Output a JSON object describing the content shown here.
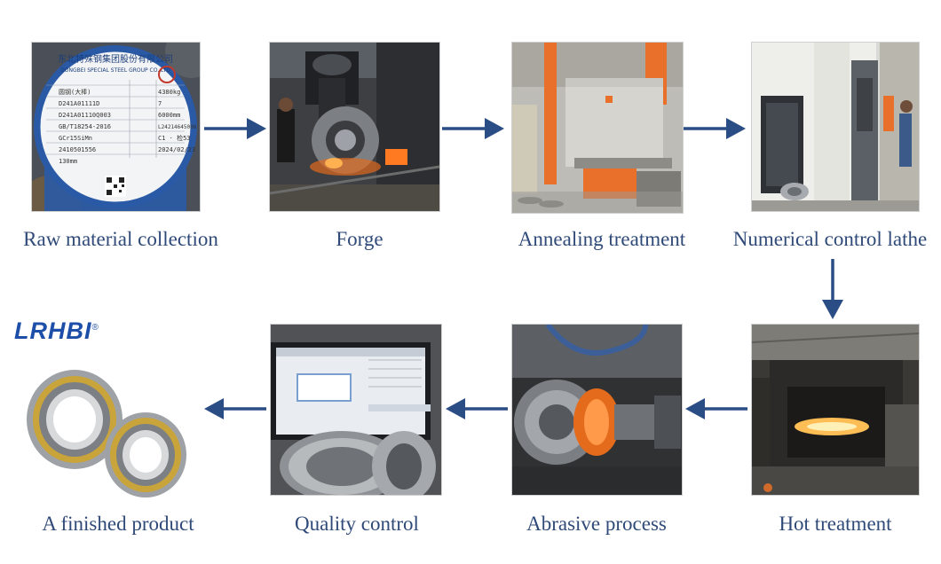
{
  "title": "",
  "steps": [
    {
      "label": "Raw material collection"
    },
    {
      "label": "Forge"
    },
    {
      "label": "Annealing treatment"
    },
    {
      "label": "Numerical control lathe"
    },
    {
      "label": "Hot treatment"
    },
    {
      "label": "Abrasive process"
    },
    {
      "label": "Quality control"
    },
    {
      "label": "A finished product"
    }
  ],
  "logo": {
    "text": "LRHBI",
    "mark": "®"
  },
  "raw_material_tag": {
    "company_cn": "东北特殊钢集团股份有限公司",
    "company_en": "DONGBEI SPECIAL STEEL GROUP CO.,LTD",
    "rows": [
      "圆钢(大棒)",
      "D241A01111D",
      "D241A01110Q003",
      "GB/T18254-2016",
      "GCr15SiMn",
      "2410501556",
      "130mm"
    ],
    "right_rows": [
      "4380kg",
      "7",
      "6000mm",
      "L24214645006",
      "C1 · 检53",
      "2024/02/23"
    ]
  },
  "colors": {
    "caption": "#2f4a78",
    "arrow": "#2b4d86",
    "logo": "#1d4fa8"
  }
}
